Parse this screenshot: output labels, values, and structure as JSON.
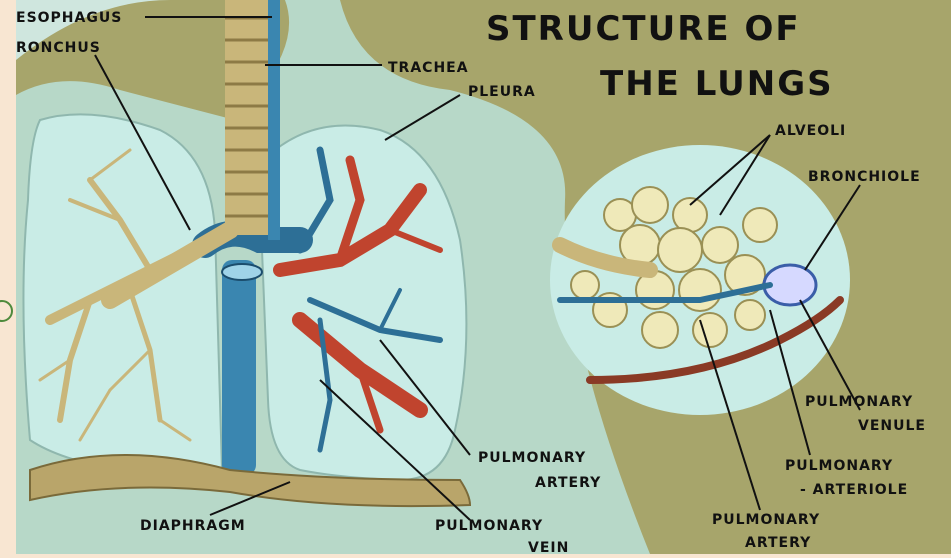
{
  "title": {
    "line1": "STRUCTURE OF",
    "line2": "THE LUNGS"
  },
  "labels": {
    "esophagus": "ESOPHAGUS",
    "bronchus": "RONCHUS",
    "trachea": "TRACHEA",
    "pleura": "PLEURA",
    "alveoli": "ALVEOLI",
    "bronchiole": "BRONCHIOLE",
    "pulmonary_venule_1": "PULMONARY",
    "pulmonary_venule_2": "VENULE",
    "pulmonary_arteriole_1": "PULMONARY",
    "pulmonary_arteriole_2": "- ARTERIOLE",
    "pulmonary_artery_right_1": "PULMONARY",
    "pulmonary_artery_right_2": "ARTERY",
    "pulmonary_artery_1": "PULMONARY",
    "pulmonary_artery_2": "ARTERY",
    "pulmonary_vein_1": "PULMONARY",
    "pulmonary_vein_2": "VEIN",
    "diaphragm": "DIAPHRAGM"
  },
  "colors": {
    "frame": "#f8e6d2",
    "background": "#a7a56b",
    "body_silhouette": "#b7d8c8",
    "lung": "#c9ece6",
    "artery": "#c0442e",
    "vein": "#2d6f96",
    "airway": "#c9b67a",
    "label_text": "#111111"
  }
}
